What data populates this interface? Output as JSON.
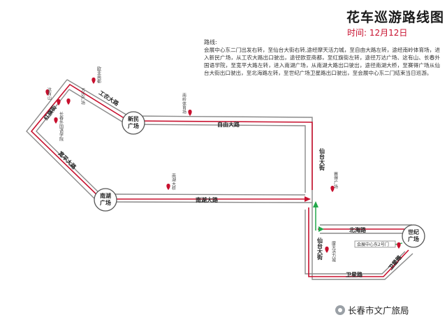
{
  "header": {
    "title": "花车巡游路线图",
    "date": "时间: 12月12日"
  },
  "route": {
    "heading": "路线:",
    "description": "会展中心东二门出发右转，至仙台大街右转,途经摩天活力城，至自由大路左转，途经南岭体育场，进入新民广场，从工农大路出口驶出，途径欧亚商都，至红旗街左转，途径万达广场、这有山、长春外国语学院，至宽平大路左转，进入南湖广场，从南湖大路出口驶出，途径南湖大桥，至赛得广场从仙台大街出口驶出，至北海路左转，至世纪广场卫星路出口驶出，至会展中心东二门结束当日巡游。"
  },
  "roads": {
    "gongnong": "工农大路",
    "hongqi": "红旗街",
    "kuanping": "宽平大路",
    "ziyou": "自由大路",
    "nanhu": "南湖大路",
    "xiantai_n": "仙台大街",
    "xiantai_s": "仙台大街",
    "beihai": "北海路",
    "weixing_e": "卫星路",
    "weixing_s": "卫星路"
  },
  "squares": {
    "xinmin": "新民广场",
    "nanhu": "南湖广场",
    "shiji": "世纪广场"
  },
  "landmarks": {
    "ouya": "欧亚商都",
    "zheyoushan": "这有山",
    "wanda": "万达广场",
    "waiguoyu": "长春外国语学院",
    "nanling": "南岭体育场",
    "nanhuqiao": "南湖大桥",
    "saide": "赛得广场",
    "motian": "摩天活力城",
    "huizhan": "会展中心东2号门"
  },
  "footer": {
    "brand": "长春市文广旅局"
  },
  "colors": {
    "route": "#c8102e",
    "road": "#8a8a8a",
    "pin": "#c8102e",
    "start_arrow": "#22a84a"
  }
}
